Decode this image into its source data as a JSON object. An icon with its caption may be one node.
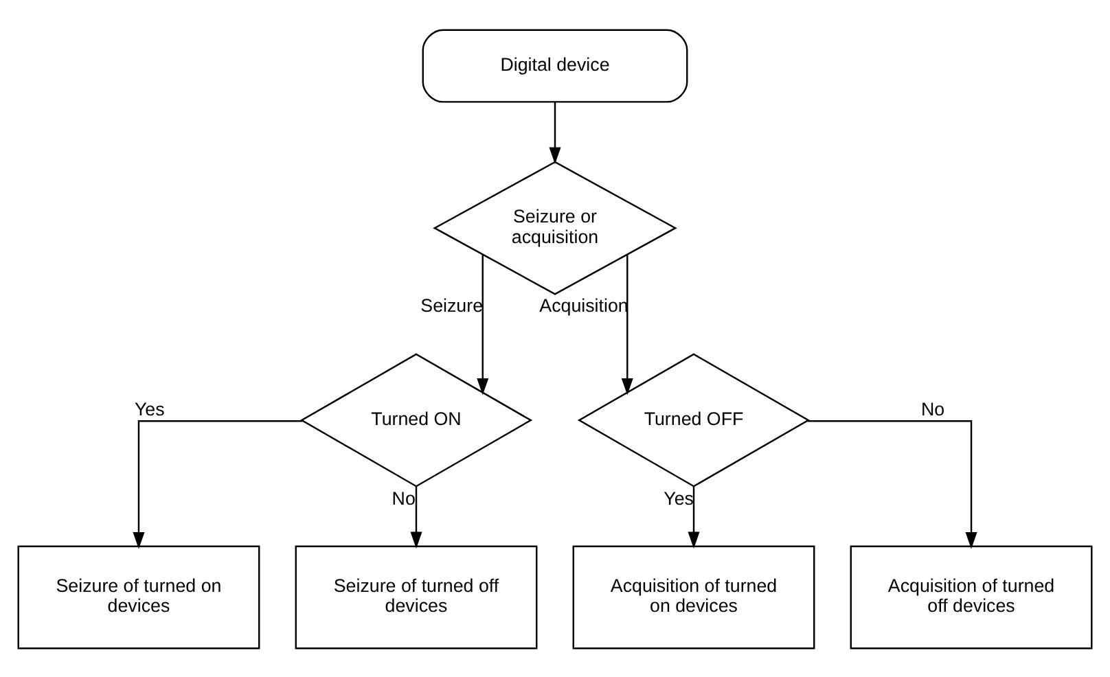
{
  "diagram": {
    "nodes": [
      {
        "text": [
          "Digital device"
        ]
      },
      {
        "text": [
          "Seizure or acquisition"
        ]
      },
      {
        "text": [
          "Turned ON"
        ]
      },
      {
        "text": [
          "Turned OFF"
        ]
      },
      {
        "text": [
          "Seizure of turned on devices"
        ]
      },
      {
        "text": [
          "Seizure of turned off devices"
        ]
      },
      {
        "text": [
          "Acquisition of turned on devices"
        ]
      },
      {
        "text": [
          "Acquisition of turned off devices"
        ]
      }
    ],
    "edges": [
      {
        "from": 0,
        "to": 1,
        "arrow": "to"
      },
      {
        "from": 1,
        "to": 2,
        "arrow": "to",
        "label": "Seizure"
      },
      {
        "from": 1,
        "to": 3,
        "arrow": "to",
        "label": "Acquisition"
      },
      {
        "from": 2,
        "to": 4,
        "arrow": "to",
        "label": "Yes"
      },
      {
        "from": 2,
        "to": 5,
        "arrow": "to",
        "label": "No"
      },
      {
        "from": 3,
        "to": 6,
        "arrow": "to",
        "label": "Yes"
      },
      {
        "from": 3,
        "to": 7,
        "arrow": "to",
        "label": "No"
      }
    ]
  }
}
